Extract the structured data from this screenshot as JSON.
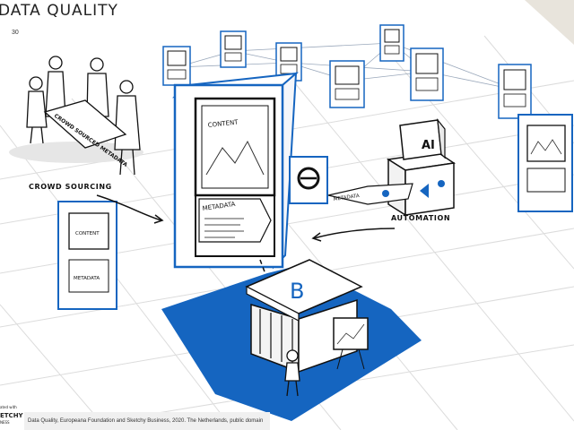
{
  "header": {
    "title": "DATA QUALITY",
    "page_number": "30"
  },
  "labels": {
    "crowd_sourcing": "CROWD SOURCING",
    "automation": "AUTOMATION",
    "content": "CONTENT",
    "metadata": "METADATA",
    "ai": "AI",
    "building_letter": "B",
    "banner": "CROWD SOURCED METADATA"
  },
  "footer": {
    "caption": "Data Quality,  Europeana Foundation and Sketchy Business, 2020. The Netherlands, public domain",
    "logo_line1": "ated with",
    "logo_line2": "ETCHY",
    "logo_line3": "NESS"
  },
  "colors": {
    "accent": "#1565c0",
    "ink": "#111111",
    "grid": "#dddddd",
    "corner": "#e8e4dc"
  }
}
